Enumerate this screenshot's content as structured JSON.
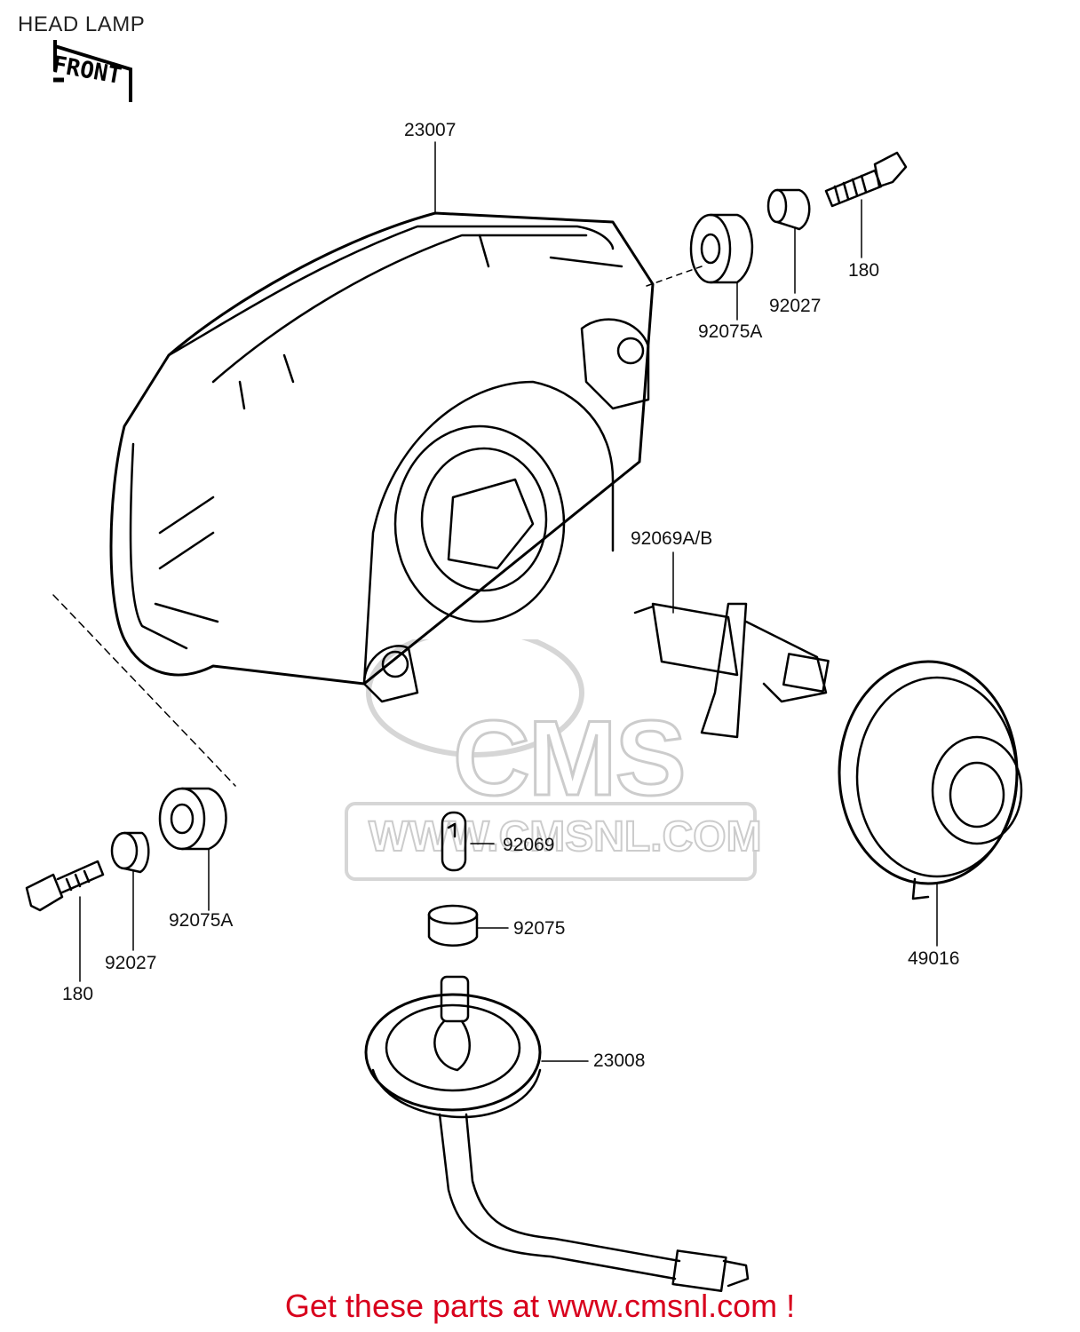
{
  "header": {
    "title": "HEAD LAMP"
  },
  "orientation_tag": {
    "label": "FRONT"
  },
  "parts": {
    "headlamp_unit": "23007",
    "bolt_right": "180",
    "collar_right": "92027",
    "grommet_right": "92075A",
    "bulb_main": "92069A/B",
    "bulb_small": "92069",
    "grommet_small": "92075",
    "bolt_left": "180",
    "collar_left": "92027",
    "grommet_left": "92075A",
    "bulb_cover": "49016",
    "socket": "23008"
  },
  "watermark": {
    "brand": "CMS",
    "url": "WWW.CMSNL.COM"
  },
  "footer": {
    "promo": "Get these parts at www.cmsnl.com !"
  }
}
